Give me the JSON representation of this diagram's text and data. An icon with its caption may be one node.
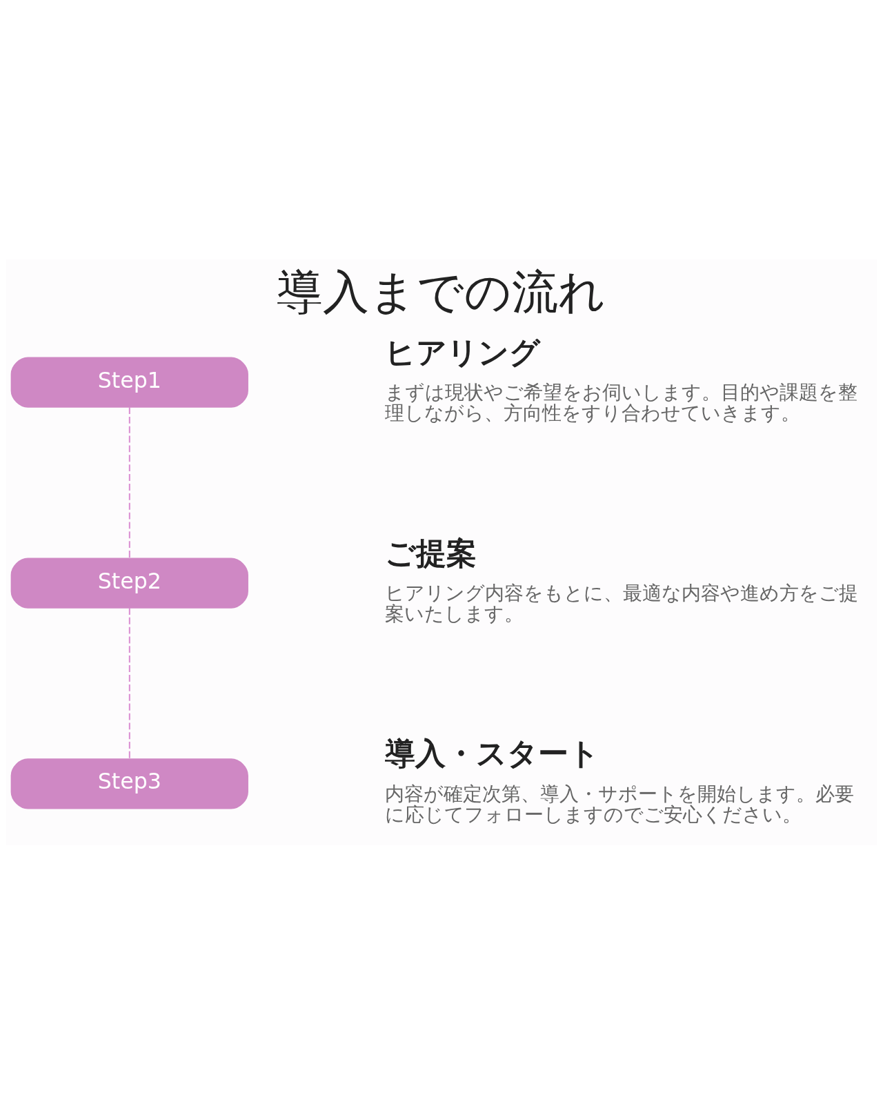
{
  "diagram": {
    "title": "導入までの流れ",
    "nodes": [
      {
        "text": [
          "Step1"
        ],
        "beside": [
          "ヒアリング",
          "まずは現状やご希望をお伺いします。目的や課題を整理しながら、方向性をすり合わせていきます。"
        ]
      },
      {
        "text": [
          "Step2"
        ],
        "beside": [
          "ご提案",
          "ヒアリング内容をもとに、最適な内容や進め方をご提案いたします。"
        ]
      },
      {
        "text": [
          "Step3"
        ],
        "beside": [
          "導入・スタート",
          "内容が確定次第、導入・サポートを開始します。必要に応じてフォローしますのでご安心ください。"
        ]
      }
    ],
    "edges": [
      {
        "from": 0,
        "to": 1,
        "arrow": "none",
        "style": "dashed",
        "color": "#d98bd0"
      },
      {
        "from": 1,
        "to": 2,
        "arrow": "none",
        "style": "dashed",
        "color": "#d98bd0"
      }
    ]
  }
}
